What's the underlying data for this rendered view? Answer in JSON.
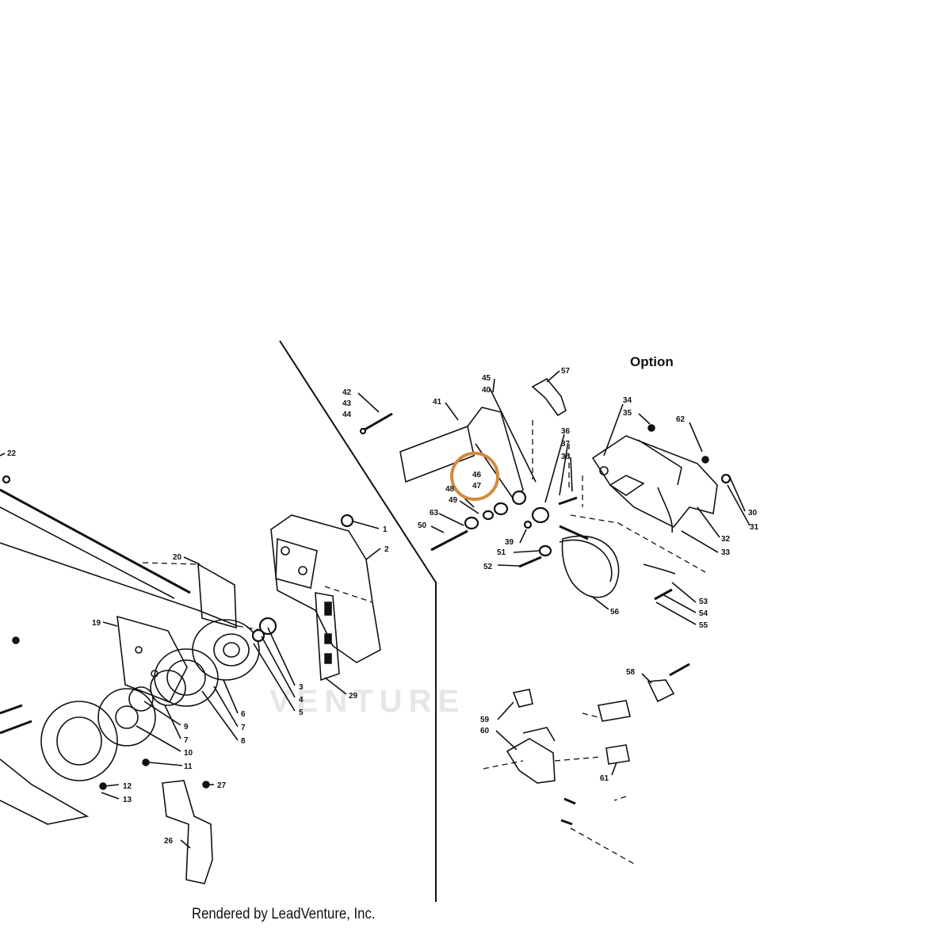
{
  "section_title": "Option",
  "credit": "Rendered by LeadVenture, Inc.",
  "watermark": "VENTURE",
  "highlight": {
    "labels": [
      "46",
      "47"
    ],
    "color": "#d4893a"
  },
  "labels_left": [
    {
      "id": "22",
      "text": "22"
    },
    {
      "id": "1",
      "text": "1"
    },
    {
      "id": "2",
      "text": "2"
    },
    {
      "id": "20",
      "text": "20"
    },
    {
      "id": "19",
      "text": "19"
    },
    {
      "id": "3",
      "text": "3"
    },
    {
      "id": "4",
      "text": "4"
    },
    {
      "id": "5",
      "text": "5"
    },
    {
      "id": "6",
      "text": "6"
    },
    {
      "id": "7a",
      "text": "7"
    },
    {
      "id": "7b",
      "text": "7"
    },
    {
      "id": "8",
      "text": "8"
    },
    {
      "id": "9",
      "text": "9"
    },
    {
      "id": "10",
      "text": "10"
    },
    {
      "id": "11",
      "text": "11"
    },
    {
      "id": "12",
      "text": "12"
    },
    {
      "id": "13",
      "text": "13"
    },
    {
      "id": "27",
      "text": "27"
    },
    {
      "id": "26",
      "text": "26"
    },
    {
      "id": "29",
      "text": "29"
    }
  ],
  "labels_right": [
    {
      "id": "42",
      "text": "42"
    },
    {
      "id": "43",
      "text": "43"
    },
    {
      "id": "44",
      "text": "44"
    },
    {
      "id": "41",
      "text": "41"
    },
    {
      "id": "45",
      "text": "45"
    },
    {
      "id": "40",
      "text": "40"
    },
    {
      "id": "57",
      "text": "57"
    },
    {
      "id": "46",
      "text": "46"
    },
    {
      "id": "47",
      "text": "47"
    },
    {
      "id": "48",
      "text": "48"
    },
    {
      "id": "49",
      "text": "49"
    },
    {
      "id": "63",
      "text": "63"
    },
    {
      "id": "50",
      "text": "50"
    },
    {
      "id": "36",
      "text": "36"
    },
    {
      "id": "37",
      "text": "37"
    },
    {
      "id": "38",
      "text": "38"
    },
    {
      "id": "39",
      "text": "39"
    },
    {
      "id": "51",
      "text": "51"
    },
    {
      "id": "52",
      "text": "52"
    },
    {
      "id": "34",
      "text": "34"
    },
    {
      "id": "35",
      "text": "35"
    },
    {
      "id": "62",
      "text": "62"
    },
    {
      "id": "30",
      "text": "30"
    },
    {
      "id": "31",
      "text": "31"
    },
    {
      "id": "32",
      "text": "32"
    },
    {
      "id": "33",
      "text": "33"
    },
    {
      "id": "53",
      "text": "53"
    },
    {
      "id": "54",
      "text": "54"
    },
    {
      "id": "55",
      "text": "55"
    },
    {
      "id": "56",
      "text": "56"
    },
    {
      "id": "58",
      "text": "58"
    },
    {
      "id": "59",
      "text": "59"
    },
    {
      "id": "60",
      "text": "60"
    },
    {
      "id": "61",
      "text": "61"
    }
  ]
}
